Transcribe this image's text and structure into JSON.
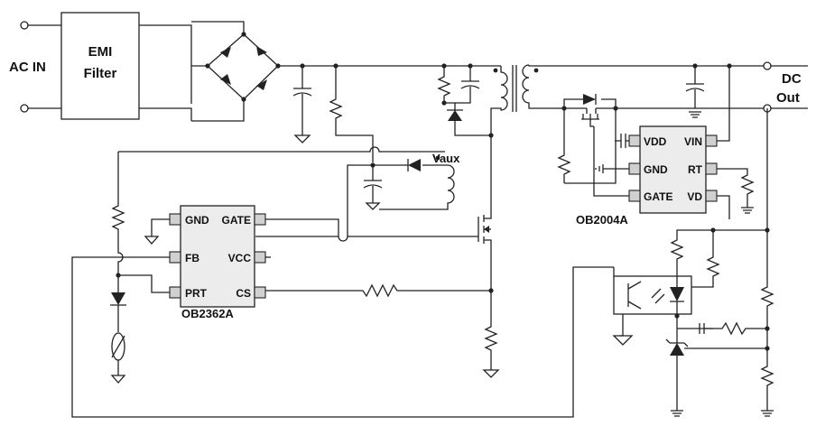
{
  "labels": {
    "ac_in": "AC IN",
    "emi_line1": "EMI",
    "emi_line2": "Filter",
    "dc_line1": "DC",
    "dc_line2": "Out",
    "vaux": "Vaux"
  },
  "ic_primary": {
    "name": "OB2362A",
    "pins": {
      "gnd": "GND",
      "gate": "GATE",
      "fb": "FB",
      "vcc": "VCC",
      "prt": "PRT",
      "cs": "CS"
    }
  },
  "ic_secondary": {
    "name": "OB2004A",
    "pins": {
      "vdd": "VDD",
      "vin": "VIN",
      "gnd": "GND",
      "rt": "RT",
      "gate": "GATE",
      "vd": "VD"
    }
  }
}
